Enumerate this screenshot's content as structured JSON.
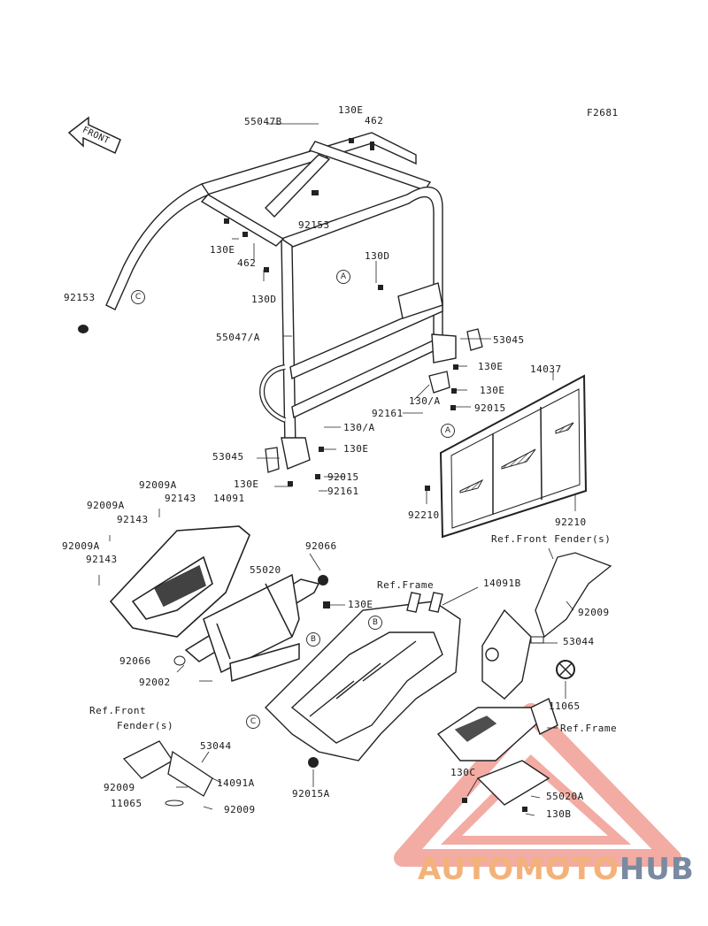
{
  "figure_code": "F2681",
  "front_label": "FRONT",
  "part_labels": {
    "p55047B": "55047B",
    "p130E_top": "130E",
    "p462_top": "462",
    "p92153_top": "92153",
    "p130E_left": "130E",
    "p462_left": "462",
    "p130D_right": "130D",
    "p130D_left": "130D",
    "p92153_left": "92153",
    "p55047A": "55047/A",
    "p53045_right": "53045",
    "p14037": "14037",
    "p130E_r1": "130E",
    "p130E_r2": "130E",
    "p130A_r": "130/A",
    "p92015_r": "92015",
    "p92161_r": "92161",
    "p130A_mid": "130/A",
    "p130E_mid": "130E",
    "p53045_left": "53045",
    "p92015_mid": "92015",
    "p130E_low": "130E",
    "p92161_mid": "92161",
    "p92210_left": "92210",
    "p92210_right": "92210",
    "p92009A_1": "92009A",
    "p92143_1": "92143",
    "p14091": "14091",
    "p92009A_2": "92009A",
    "p92143_2": "92143",
    "p92009A_3": "92009A",
    "p92143_3": "92143",
    "p92066_top": "92066",
    "p55020": "55020",
    "p130E_front": "130E",
    "p92066_low": "92066",
    "p92002": "92002",
    "p14091B": "14091B",
    "p92009_right": "92009",
    "p53044_right": "53044",
    "p11065_right": "11065",
    "p53044_left": "53044",
    "p92009_left": "92009",
    "p11065_left": "11065",
    "p14091A": "14091A",
    "p92009_left2": "92009",
    "p92015A": "92015A",
    "p130C": "130C",
    "p55020A": "55020A",
    "p130B": "130B"
  },
  "refs": {
    "ref_front_fender_right": "Ref.Front Fender(s)",
    "ref_frame_mid": "Ref.Frame",
    "ref_frame_right": "Ref.Frame",
    "ref_front_left_1": "Ref.Front",
    "ref_front_left_2": "Fender(s)"
  },
  "callouts": {
    "A1": "A",
    "A2": "A",
    "B1": "B",
    "B2": "B",
    "C1": "C",
    "C2": "C"
  },
  "watermark": {
    "part1": "AUTOMOTO",
    "part2": "HUB",
    "color1": "#f3b27a",
    "color2": "#7a8aa0",
    "triangle_color": "#e86a5a"
  }
}
